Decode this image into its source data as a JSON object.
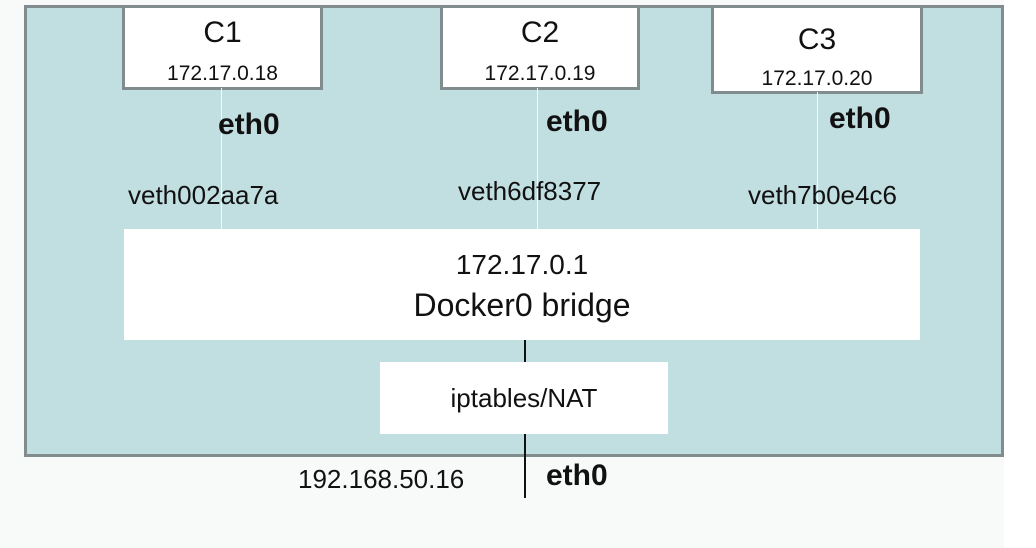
{
  "containers": [
    {
      "name": "C1",
      "ip": "172.17.0.18",
      "iface": "eth0",
      "veth": "veth002aa7a"
    },
    {
      "name": "C2",
      "ip": "172.17.0.19",
      "iface": "eth0",
      "veth": "veth6df8377"
    },
    {
      "name": "C3",
      "ip": "172.17.0.20",
      "iface": "eth0",
      "veth": "veth7b0e4c6"
    }
  ],
  "bridge": {
    "ip": "172.17.0.1",
    "name": "Docker0 bridge"
  },
  "nat": {
    "label": "iptables/NAT"
  },
  "host": {
    "ip": "192.168.50.16",
    "iface": "eth0"
  },
  "colors": {
    "host_fill": "#c1dfe1",
    "border": "#808c8d",
    "box_fill": "#ffffff",
    "text": "#111111"
  }
}
